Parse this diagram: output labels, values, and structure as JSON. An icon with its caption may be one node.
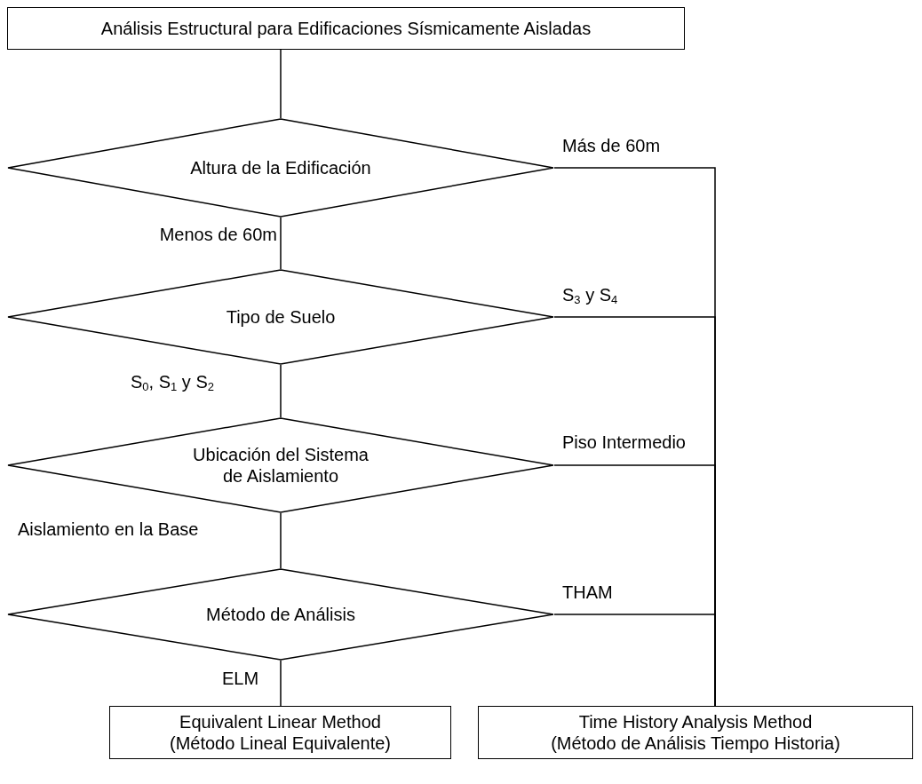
{
  "diagram": {
    "nodes": [
      {
        "text": [
          "Análisis Estructural para Edificaciones Sísmicamente Aisladas"
        ]
      },
      {
        "text": [
          "Altura de la Edificación"
        ]
      },
      {
        "text": [
          "Tipo de Suelo"
        ]
      },
      {
        "text": [
          "Ubicación del Sistema de Aislamiento"
        ]
      },
      {
        "text": [
          "Método de Análisis"
        ]
      },
      {
        "text": [
          "Equivalent Linear Method",
          "(Método Lineal Equivalente)"
        ]
      },
      {
        "text": [
          "Time History Analysis Method",
          "(Método de Análisis Tiempo Historia)"
        ]
      }
    ],
    "edges": [
      {
        "from": 0,
        "to": 1,
        "arrow": "none"
      },
      {
        "from": 1,
        "to": 2,
        "arrow": "none",
        "label": "Menos de 60m"
      },
      {
        "from": 2,
        "to": 3,
        "arrow": "none",
        "label": "S$_{0}$, S$_{1}$ y S$_{2}$"
      },
      {
        "from": 3,
        "to": 4,
        "arrow": "none",
        "label": "Aislamiento en la Base"
      },
      {
        "from": 4,
        "to": 5,
        "arrow": "none",
        "label": "ELM"
      },
      {
        "from": 1,
        "to": 6,
        "arrow": "none",
        "label": "Más de 60m"
      },
      {
        "from": 2,
        "to": 6,
        "arrow": "none",
        "label": "S$_{3}$ y S$_{4}$"
      },
      {
        "from": 3,
        "to": 6,
        "arrow": "none",
        "label": "Piso Intermedio"
      },
      {
        "from": 4,
        "to": 6,
        "arrow": "none",
        "label": "THAM"
      }
    ]
  }
}
